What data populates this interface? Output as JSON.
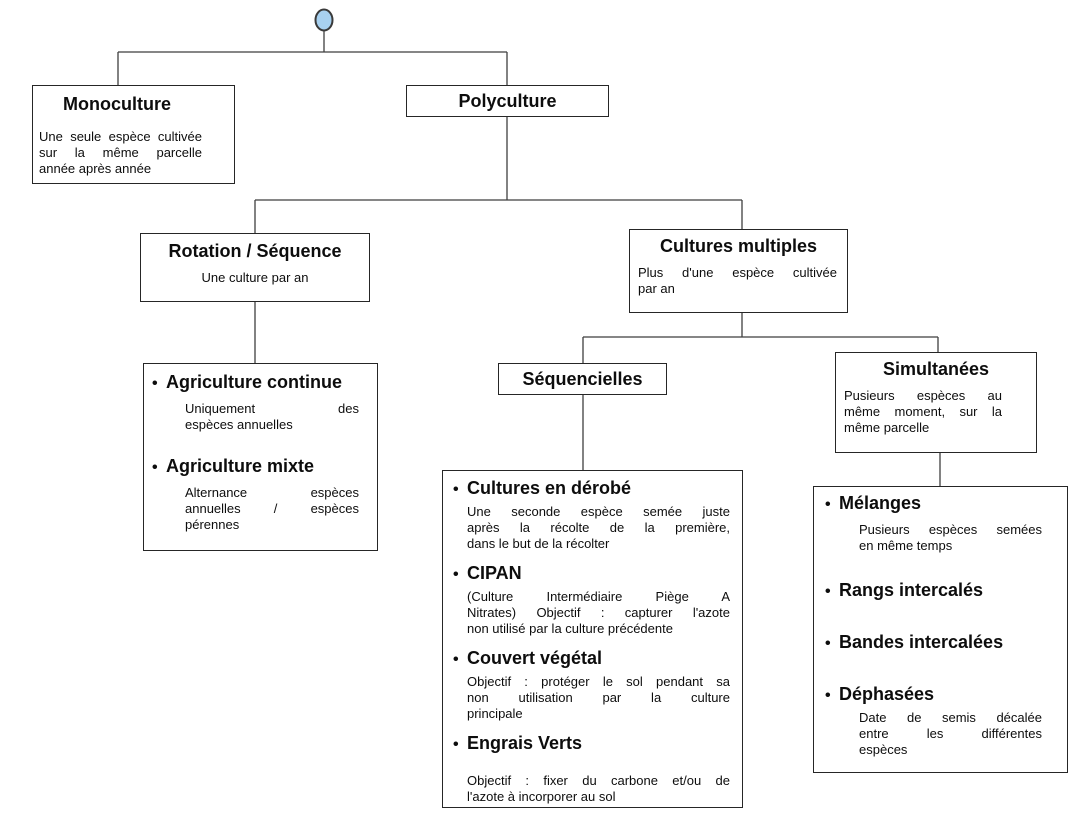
{
  "bullet": "•",
  "colors": {
    "root_fill": "#A8D1F0",
    "line": "#3f3f3f",
    "border": "#262626"
  },
  "nodes": {
    "monoculture": {
      "title": "Monoculture",
      "lines": [
        "Une seule espèce cultivée",
        "sur la même parcelle",
        "année après année"
      ]
    },
    "polyculture": {
      "title": "Polyculture"
    },
    "rotation": {
      "title": "Rotation / Séquence",
      "body": "Une culture par an"
    },
    "cultures_multiples": {
      "title": "Cultures multiples",
      "lines": [
        "Plus d'une espèce cultivée",
        "par an"
      ]
    },
    "agriculture_items": {
      "items": [
        {
          "title": "Agriculture continue",
          "lines": [
            "Uniquement des",
            "espèces annuelles"
          ]
        },
        {
          "title": "Agriculture mixte",
          "lines": [
            "Alternance espèces",
            "annuelles / espèces",
            "pérennes"
          ]
        }
      ]
    },
    "sequencielles": {
      "title": "Séquencielles"
    },
    "sequencielles_items": {
      "items": [
        {
          "title": "Cultures en dérobé",
          "lines": [
            "Une seconde espèce semée juste",
            "après la récolte de la première,",
            "dans le but de la récolter"
          ]
        },
        {
          "title": "CIPAN",
          "lines": [
            "(Culture Intermédiaire Piège A",
            "Nitrates) Objectif : capturer l'azote",
            "non utilisé par la culture précédente"
          ]
        },
        {
          "title": "Couvert végétal",
          "lines": [
            "Objectif : protéger le sol pendant sa",
            "non utilisation par la culture",
            "principale"
          ]
        },
        {
          "title": "Engrais Verts",
          "lines": [
            "Objectif : fixer du carbone et/ou de",
            "l'azote à incorporer au sol"
          ]
        }
      ]
    },
    "simultanees": {
      "title": "Simultanées",
      "lines": [
        "Pusieurs espèces au",
        "même moment, sur la",
        "même parcelle"
      ]
    },
    "simultanees_items": {
      "items": [
        {
          "title": "Mélanges",
          "lines": [
            "Pusieurs espèces semées",
            "en même temps"
          ]
        },
        {
          "title": "Rangs intercalés"
        },
        {
          "title": "Bandes intercalées"
        },
        {
          "title": "Déphasées",
          "lines": [
            "Date de semis décalée",
            "entre les différentes",
            "espèces"
          ]
        }
      ]
    }
  }
}
